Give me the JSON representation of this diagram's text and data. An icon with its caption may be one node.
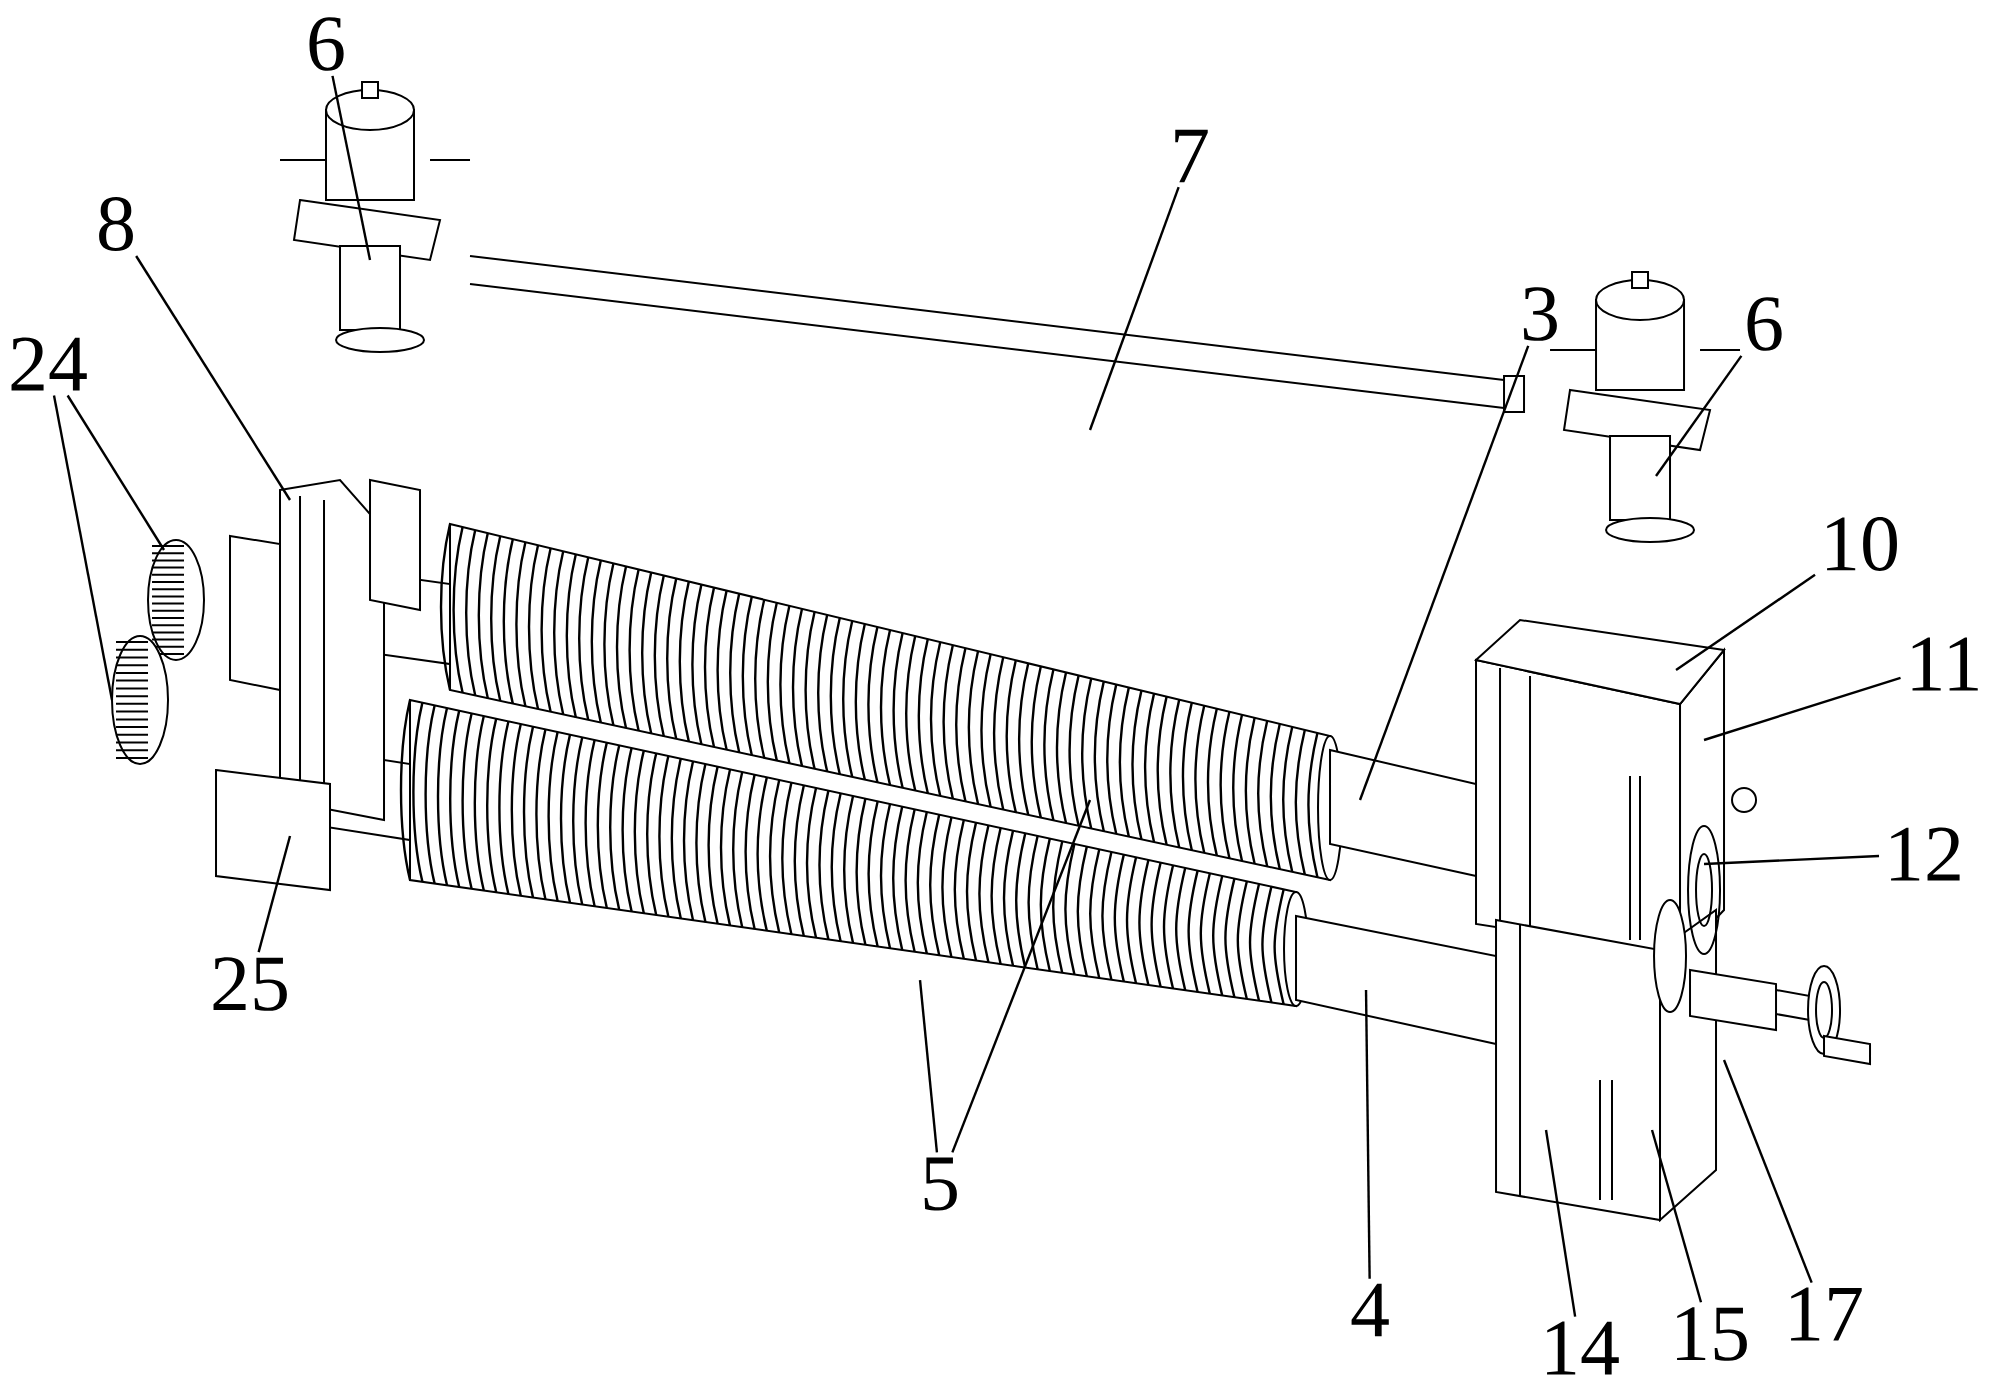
{
  "diagram": {
    "nodes": [
      {
        "text": [
          "6"
        ]
      },
      {
        "text": [
          "7"
        ]
      },
      {
        "text": [
          "8"
        ]
      },
      {
        "text": [
          "3"
        ]
      },
      {
        "text": [
          "6"
        ]
      },
      {
        "text": [
          "24"
        ]
      },
      {
        "text": [
          "10"
        ]
      },
      {
        "text": [
          "11"
        ]
      },
      {
        "text": [
          "12"
        ]
      },
      {
        "text": [
          "25"
        ]
      },
      {
        "text": [
          "5"
        ]
      },
      {
        "text": [
          "4"
        ]
      },
      {
        "text": [
          "17"
        ]
      },
      {
        "text": [
          "15"
        ]
      },
      {
        "text": [
          "14"
        ]
      }
    ],
    "edges": [
      {
        "from": 0,
        "to": null,
        "arrow": "none"
      },
      {
        "from": 1,
        "to": null,
        "arrow": "none"
      },
      {
        "from": 2,
        "to": null,
        "arrow": "none"
      },
      {
        "from": 3,
        "to": null,
        "arrow": "none"
      },
      {
        "from": 4,
        "to": null,
        "arrow": "none"
      },
      {
        "from": 5,
        "to": null,
        "arrow": "none"
      },
      {
        "from": 5,
        "to": null,
        "arrow": "none"
      },
      {
        "from": 6,
        "to": null,
        "arrow": "none"
      },
      {
        "from": 7,
        "to": null,
        "arrow": "none"
      },
      {
        "from": 8,
        "to": null,
        "arrow": "none"
      },
      {
        "from": 9,
        "to": null,
        "arrow": "none"
      },
      {
        "from": 10,
        "to": null,
        "arrow": "none"
      },
      {
        "from": 10,
        "to": null,
        "arrow": "none"
      },
      {
        "from": 11,
        "to": null,
        "arrow": "none"
      },
      {
        "from": 12,
        "to": null,
        "arrow": "none"
      },
      {
        "from": 13,
        "to": null,
        "arrow": "none"
      },
      {
        "from": 14,
        "to": null,
        "arrow": "none"
      }
    ]
  }
}
